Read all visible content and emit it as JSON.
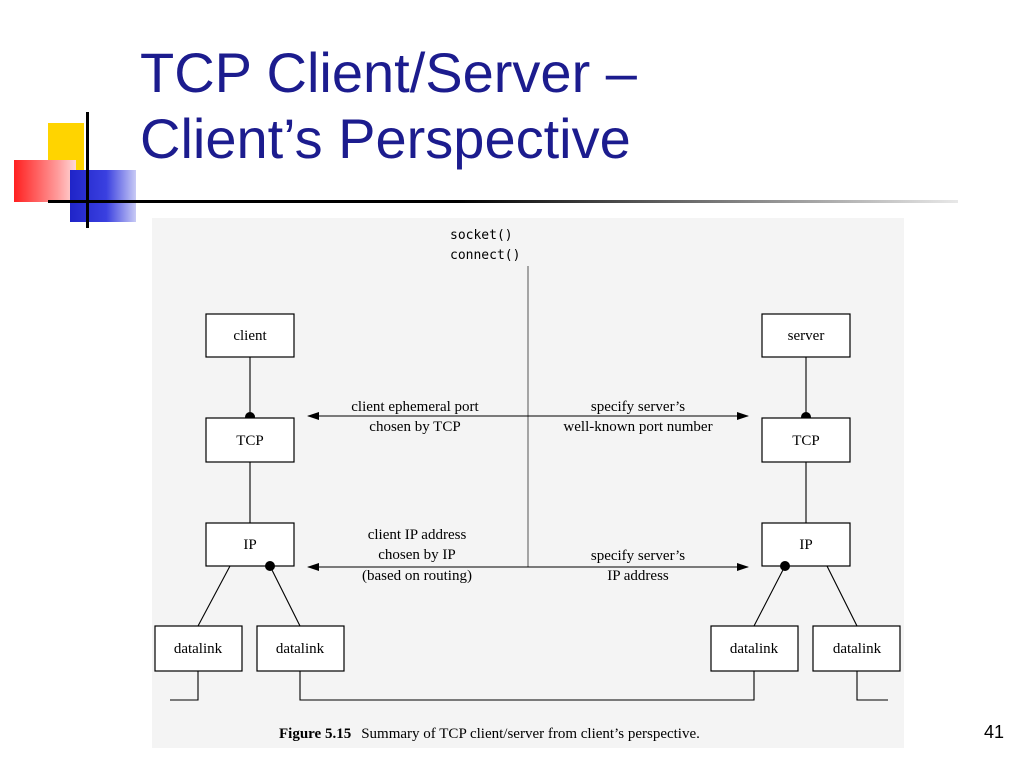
{
  "slide": {
    "title_line1": "TCP Client/Server –",
    "title_line2": "Client’s Perspective",
    "page_number": "41"
  },
  "figure": {
    "calls": [
      "socket()",
      "connect()"
    ],
    "client_stack": {
      "app": "client",
      "tcp": "TCP",
      "ip": "IP",
      "datalinks": [
        "datalink",
        "datalink"
      ]
    },
    "server_stack": {
      "app": "server",
      "tcp": "TCP",
      "ip": "IP",
      "datalinks": [
        "datalink",
        "datalink"
      ]
    },
    "port_labels": {
      "left": [
        "client ephemeral port",
        "chosen by TCP"
      ],
      "right": [
        "specify server’s",
        "well-known port number"
      ]
    },
    "ip_labels": {
      "left": [
        "client IP address",
        "chosen by IP",
        "(based on routing)"
      ],
      "right": [
        "specify server’s",
        "IP address"
      ]
    },
    "caption_label": "Figure 5.15",
    "caption_text": "Summary of TCP client/server from client’s perspective."
  }
}
